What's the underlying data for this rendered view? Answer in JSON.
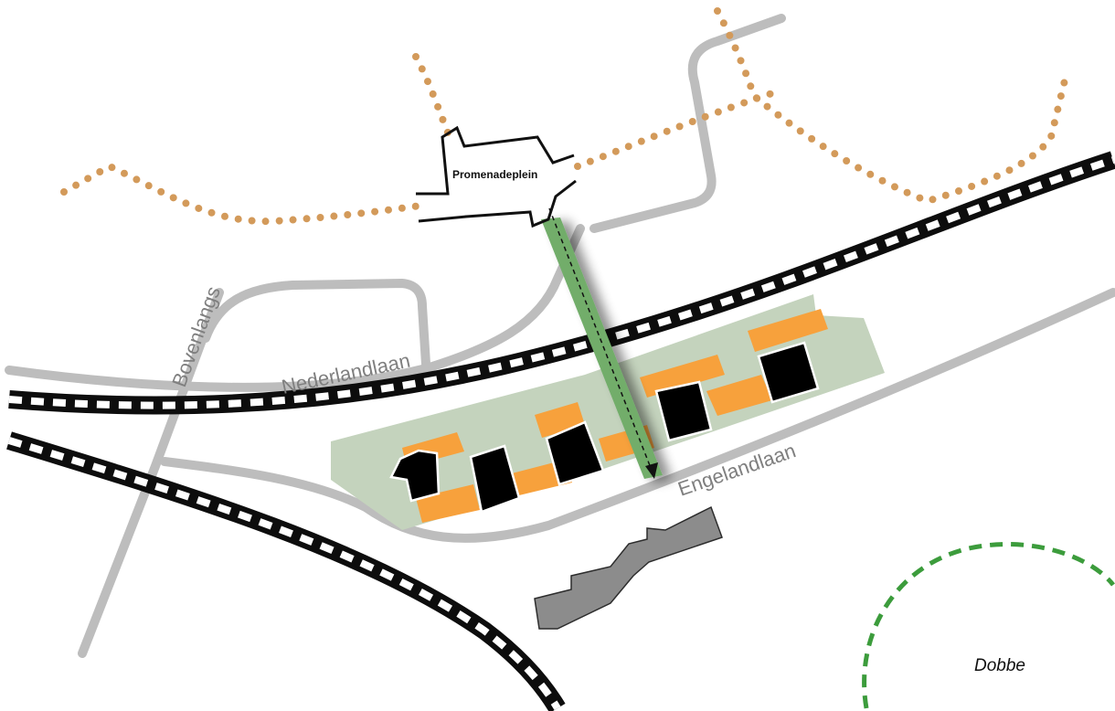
{
  "labels": {
    "square": "Promenadeplein",
    "street_north": "Nederlandlaan",
    "street_south": "Engelandlaan",
    "street_west": "Bovenlangs",
    "park": "Dobbe"
  },
  "colors": {
    "road": "#bdbdbd",
    "rail_dark": "#0d0d0d",
    "rail_light": "#ffffff",
    "path": "#d39a5a",
    "site": "#c4d3bd",
    "orange": "#f7a13c",
    "building": "#000000",
    "existing_building": "#8c8c8c",
    "green_link": "#72ad6b",
    "park_outline": "#3c9c3c"
  }
}
